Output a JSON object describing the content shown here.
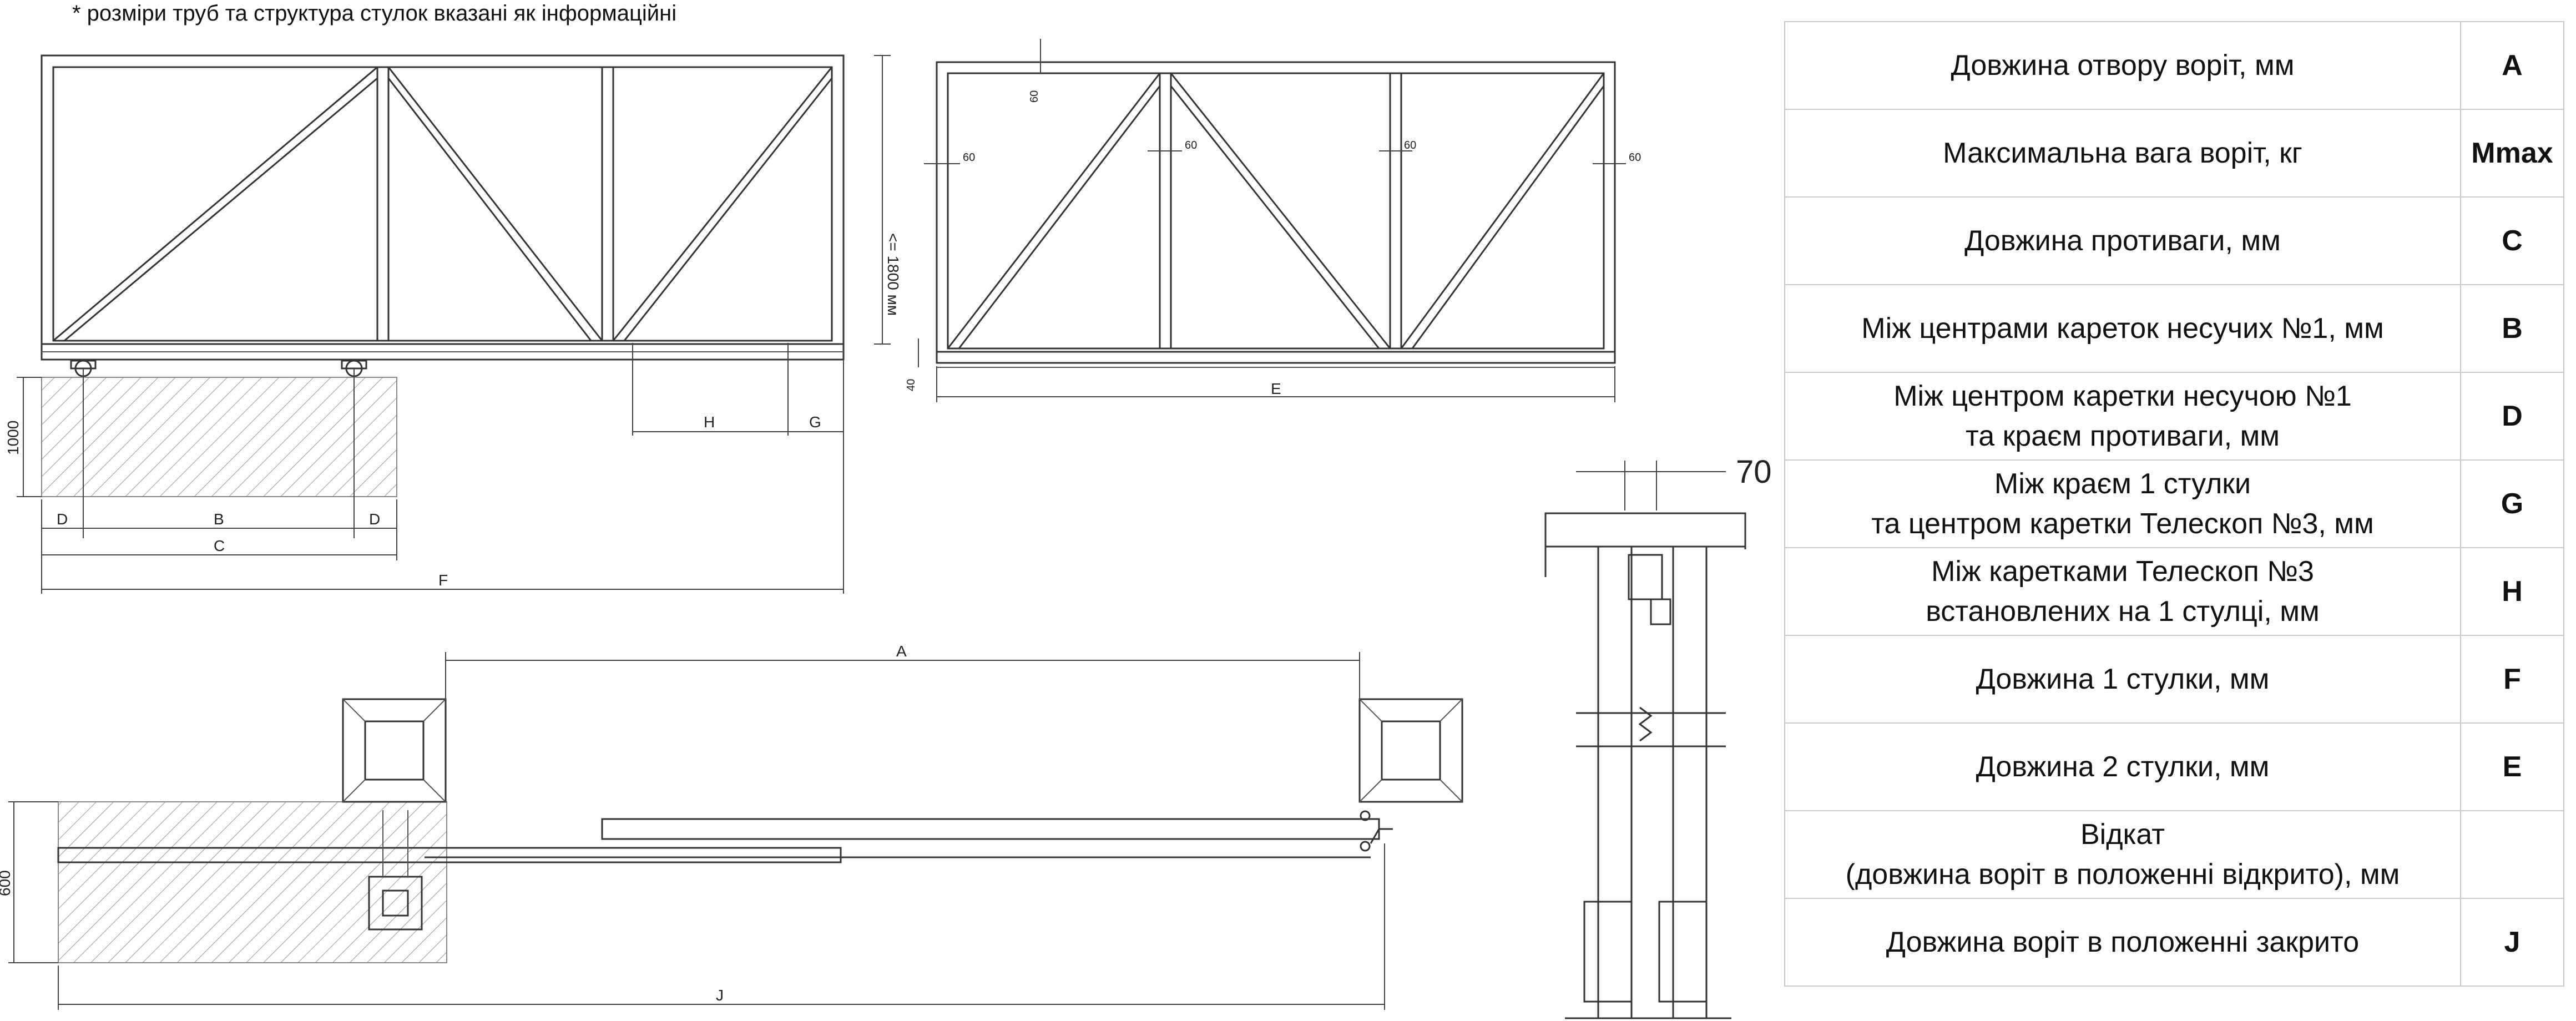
{
  "note": "* розміри труб та структура стулок вказані як інформаційні",
  "drawing_labels": {
    "gate1_height": "<= 1800 мм",
    "gate2_frame_60": "60",
    "ground_40": "40",
    "foundation_depth_1000": "1000",
    "plan_depth_600": "600",
    "section_width_70": "70",
    "dim_D": "D",
    "dim_B": "B",
    "dim_C": "C",
    "dim_F": "F",
    "dim_H": "H",
    "dim_G": "G",
    "dim_E": "E",
    "dim_A": "A",
    "dim_J": "J"
  },
  "spec_table": [
    {
      "label": [
        "Довжина отвору воріт, мм"
      ],
      "symbol": "A"
    },
    {
      "label": [
        "Максимальна вага воріт, кг"
      ],
      "symbol": "Mmax"
    },
    {
      "label": [
        "Довжина противаги, мм"
      ],
      "symbol": "C"
    },
    {
      "label": [
        "Між центрами кареток несучих №1, мм"
      ],
      "symbol": "B"
    },
    {
      "label": [
        "Між центром каретки несучою №1",
        "та краєм противаги, мм"
      ],
      "symbol": "D"
    },
    {
      "label": [
        "Між краєм 1 стулки",
        "та центром каретки Телескоп №3, мм"
      ],
      "symbol": "G"
    },
    {
      "label": [
        "Між каретками Телескоп №3",
        "встановлених на 1 стулці, мм"
      ],
      "symbol": "H"
    },
    {
      "label": [
        "Довжина 1 стулки, мм"
      ],
      "symbol": "F"
    },
    {
      "label": [
        "Довжина 2 стулки, мм"
      ],
      "symbol": "E"
    },
    {
      "label": [
        "Відкат",
        "(довжина воріт в положенні відкрито), мм"
      ],
      "symbol": ""
    },
    {
      "label": [
        "Довжина воріт в положенні закрито"
      ],
      "symbol": "J"
    }
  ]
}
